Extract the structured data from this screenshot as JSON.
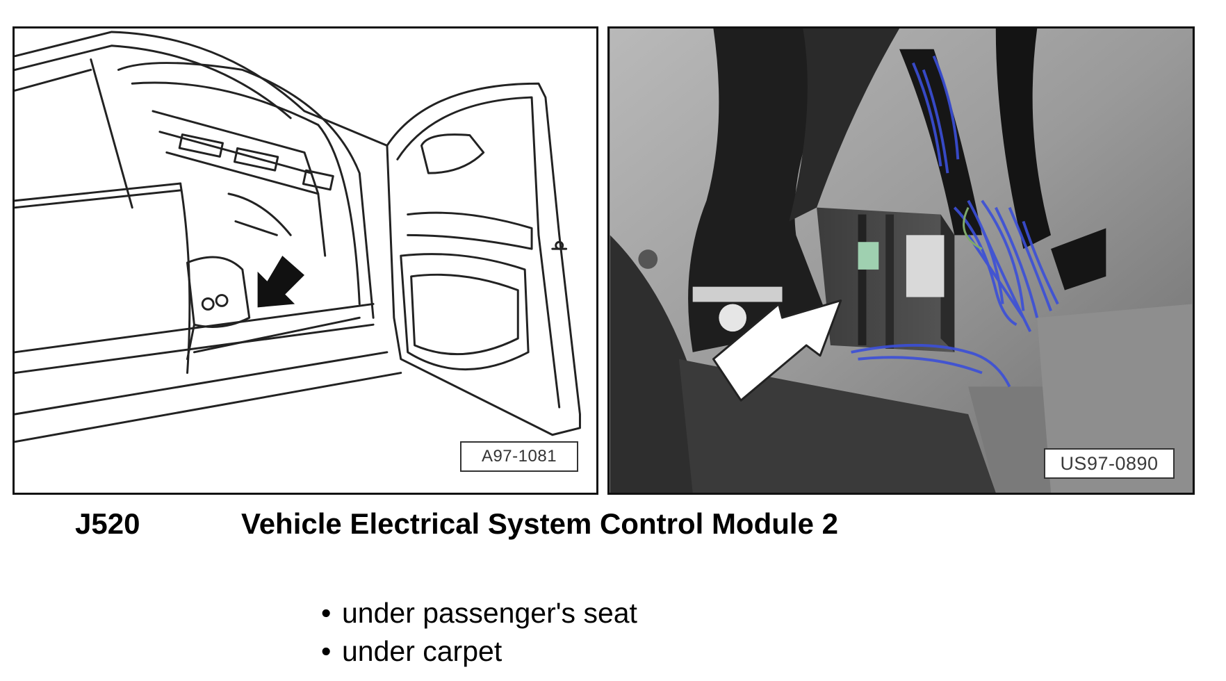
{
  "figures": [
    {
      "code": "A97-1081"
    },
    {
      "code": "US97-0890"
    }
  ],
  "component": {
    "code": "J520",
    "name": "Vehicle Electrical System Control Module 2"
  },
  "bullet_glyph": "•",
  "locations": [
    "under passenger's seat",
    "under carpet"
  ]
}
